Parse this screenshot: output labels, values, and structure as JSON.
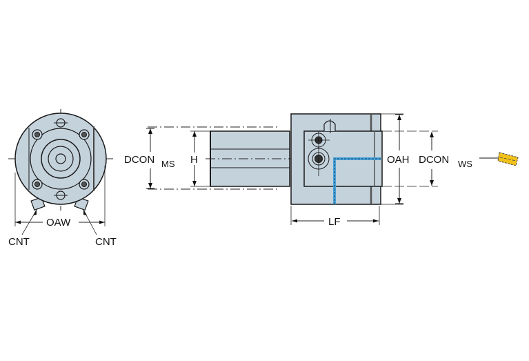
{
  "diagram": {
    "title": "Tool holder dimension drawing",
    "colors": {
      "body_fill": "#c4d2dc",
      "outline": "#1a1a1a",
      "coolant_channel": "#4aa3d8",
      "insert_fill": "#f2c21a"
    },
    "end_view": {
      "labels": {
        "oaw": "OAW",
        "cnt_left": "CNT",
        "cnt_right": "CNT"
      }
    },
    "side_view": {
      "labels": {
        "dcon_ms_main": "DCON",
        "dcon_ms_sub": "MS",
        "h": "H",
        "oah": "OAH",
        "lf": "LF",
        "dcon_ws_main": "DCON",
        "dcon_ws_sub": "WS"
      }
    },
    "insert": {
      "name": "cutting insert"
    }
  }
}
